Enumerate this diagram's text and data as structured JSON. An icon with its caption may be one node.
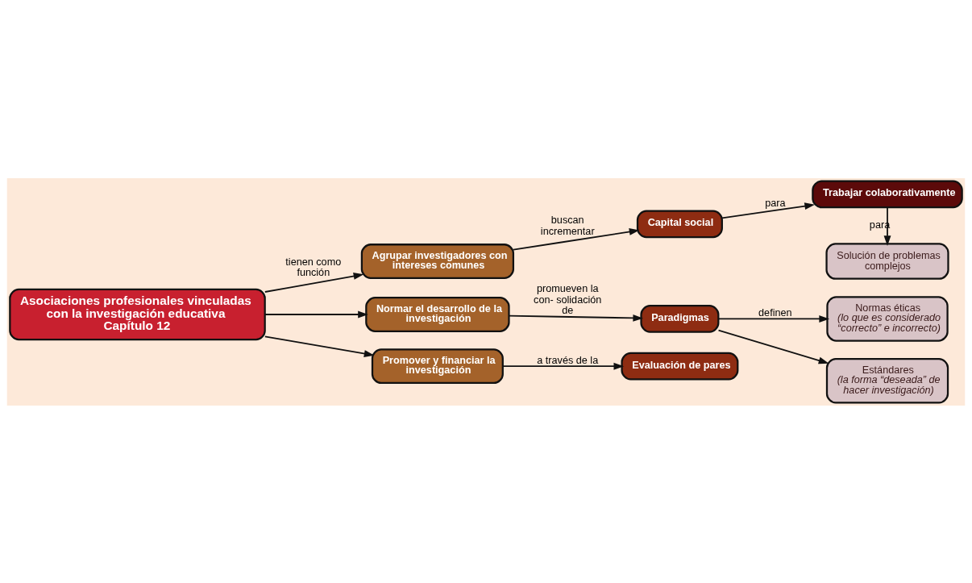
{
  "diagram": {
    "nodes": [
      {
        "text": [
          "Asociaciones profesionales vinculadas con la investigación educativa",
          "Capítulo 12"
        ]
      },
      {
        "text": [
          "Agrupar investigadores con intereses comunes"
        ]
      },
      {
        "text": [
          "Normar el desarrollo de la investigación"
        ]
      },
      {
        "text": [
          "Promover y financiar la investigación"
        ]
      },
      {
        "text": [
          "Evaluación de pares"
        ]
      },
      {
        "text": [
          "Capital social"
        ]
      },
      {
        "text": [
          "Paradigmas"
        ]
      },
      {
        "text": [
          "Trabajar colaborativamente"
        ]
      },
      {
        "text": [
          "Solución de problemas complejos"
        ]
      },
      {
        "text": [
          "Normas éticas",
          "(lo que es considerado “correcto” e incorrecto)"
        ]
      },
      {
        "text": [
          "Estándares",
          "(la forma “deseada” de hacer investigación)"
        ]
      }
    ],
    "edges": [
      {
        "from": 0,
        "to": 1,
        "arrow": "to",
        "label": "tienen como función"
      },
      {
        "from": 0,
        "to": 2,
        "arrow": "to"
      },
      {
        "from": 0,
        "to": 3,
        "arrow": "to"
      },
      {
        "from": 3,
        "to": 4,
        "arrow": "to",
        "label": "a través de la"
      },
      {
        "from": 1,
        "to": 5,
        "arrow": "to",
        "label": "buscan incrementar"
      },
      {
        "from": 2,
        "to": 6,
        "arrow": "to",
        "label": "promueven la con- solidación de"
      },
      {
        "from": 5,
        "to": 7,
        "arrow": "to",
        "label": "para"
      },
      {
        "from": 7,
        "to": 8,
        "arrow": "to",
        "label": "para"
      },
      {
        "from": 6,
        "to": 9,
        "arrow": "to",
        "label": "definen"
      },
      {
        "from": 6,
        "to": 10,
        "arrow": "to"
      }
    ]
  }
}
